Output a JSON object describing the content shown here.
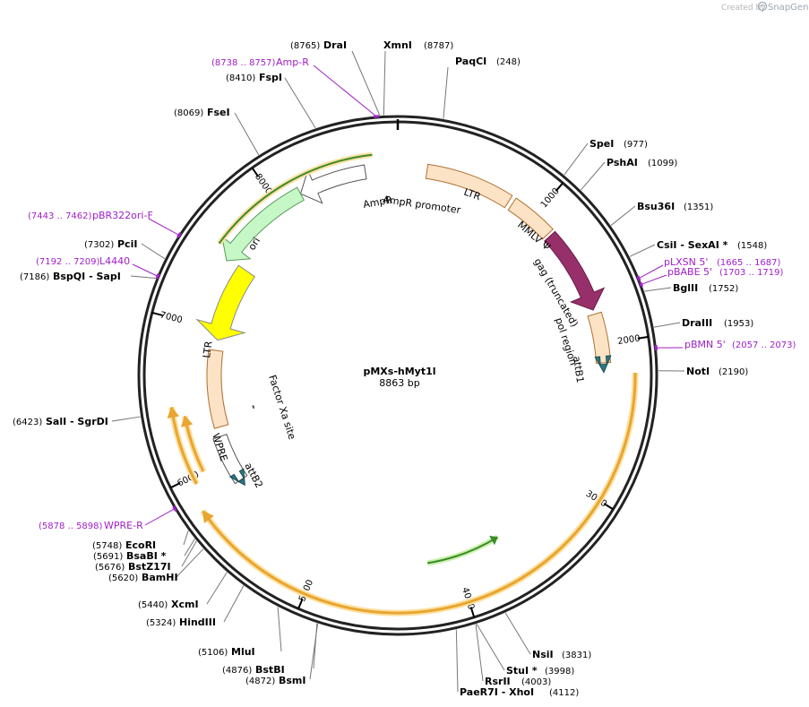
{
  "watermark": {
    "created_by": "Created by",
    "app": "SnapGene"
  },
  "plasmid": {
    "name": "pMXs-hMyt1l",
    "length_label": "8863 bp",
    "length": 8863
  },
  "ticks": [
    {
      "bp": 1000,
      "label": "1000"
    },
    {
      "bp": 2000,
      "label": "2000"
    },
    {
      "bp": 3000,
      "label": "3000"
    },
    {
      "bp": 4000,
      "label": "4000"
    },
    {
      "bp": 5000,
      "label": "5000"
    },
    {
      "bp": 6000,
      "label": "6000"
    },
    {
      "bp": 7000,
      "label": "7000"
    },
    {
      "bp": 8000,
      "label": "8000"
    }
  ],
  "sites": [
    {
      "name": "XmnI",
      "pos": "(8787)",
      "bp": 8787
    },
    {
      "name": "DraI",
      "pos": "(8765)",
      "bp": 8765
    },
    {
      "name": "FspI",
      "pos": "(8410)",
      "bp": 8410
    },
    {
      "name": "FseI",
      "pos": "(8069)",
      "bp": 8069
    },
    {
      "name": "PaqCI",
      "pos": "(248)",
      "bp": 248
    },
    {
      "name": "SpeI",
      "pos": "(977)",
      "bp": 977
    },
    {
      "name": "PshAI",
      "pos": "(1099)",
      "bp": 1099
    },
    {
      "name": "Bsu36I",
      "pos": "(1351)",
      "bp": 1351
    },
    {
      "name": "CsiI - SexAI *",
      "pos": "(1548)",
      "bp": 1548
    },
    {
      "name": "BglII",
      "pos": "(1752)",
      "bp": 1752
    },
    {
      "name": "DraIII",
      "pos": "(1953)",
      "bp": 1953
    },
    {
      "name": "NotI",
      "pos": "(2190)",
      "bp": 2190
    },
    {
      "name": "NsiI",
      "pos": "(3831)",
      "bp": 3831
    },
    {
      "name": "StuI *",
      "pos": "(3998)",
      "bp": 3998
    },
    {
      "name": "RsrII",
      "pos": "(4003)",
      "bp": 4003
    },
    {
      "name": "PaeR7I - XhoI",
      "pos": "(4112)",
      "bp": 4112
    },
    {
      "name": "BsmI",
      "pos": "(4872)",
      "bp": 4872
    },
    {
      "name": "BstBI",
      "pos": "(4876)",
      "bp": 4876
    },
    {
      "name": "MluI",
      "pos": "(5106)",
      "bp": 5106
    },
    {
      "name": "HindIII",
      "pos": "(5324)",
      "bp": 5324
    },
    {
      "name": "XcmI",
      "pos": "(5440)",
      "bp": 5440
    },
    {
      "name": "BamHI",
      "pos": "(5620)",
      "bp": 5620
    },
    {
      "name": "BstZ17I",
      "pos": "(5676)",
      "bp": 5676
    },
    {
      "name": "BsaBI *",
      "pos": "(5691)",
      "bp": 5691
    },
    {
      "name": "EcoRI",
      "pos": "(5748)",
      "bp": 5748
    },
    {
      "name": "SalI - SgrDI",
      "pos": "(6423)",
      "bp": 6423
    },
    {
      "name": "BspQI - SapI",
      "pos": "(7186)",
      "bp": 7186
    },
    {
      "name": "PciI",
      "pos": "(7302)",
      "bp": 7302
    }
  ],
  "primers": [
    {
      "name": "Amp-R",
      "range": "(8738 .. 8757)",
      "bp": 8747
    },
    {
      "name": "pBR322ori-F",
      "range": "(7443 .. 7462)",
      "bp": 7452
    },
    {
      "name": "L4440",
      "range": "(7192 .. 7209)",
      "bp": 7200
    },
    {
      "name": "pLXSN 5'",
      "range": "(1665 .. 1687)",
      "bp": 1676
    },
    {
      "name": "pBABE 5'",
      "range": "(1703 .. 1719)",
      "bp": 1711
    },
    {
      "name": "pBMN 5'",
      "range": "(2057 .. 2073)",
      "bp": 2065
    },
    {
      "name": "WPRE-R",
      "range": "(5878 .. 5898)",
      "bp": 5888
    }
  ],
  "features": [
    {
      "name": "AmpR",
      "color": "#c6f7c6",
      "direction": "ccw"
    },
    {
      "name": "AmpR promoter",
      "color": "#ffffff",
      "direction": "ccw"
    },
    {
      "name": "LTR",
      "color": "#fde3c6",
      "direction": "none"
    },
    {
      "name": "MMLV Ψ",
      "color": "#fde3c6",
      "direction": "none"
    },
    {
      "name": "gag (truncated)",
      "color": "#97306a",
      "direction": "cw"
    },
    {
      "name": "pol region",
      "color": "#fde3c6",
      "direction": "none"
    },
    {
      "name": "attB1",
      "color": "#2a7a84",
      "direction": "cw"
    },
    {
      "name": "ori",
      "color": "#ffff00",
      "direction": "ccw"
    },
    {
      "name": "LTR",
      "color": "#fde3c6",
      "direction": "none"
    },
    {
      "name": "Factor Xa site",
      "color": "#555555",
      "direction": "none"
    },
    {
      "name": "WPRE",
      "color": "#ffffff",
      "direction": "none"
    },
    {
      "name": "attB2",
      "color": "#2a7a84",
      "direction": "ccw"
    }
  ],
  "orfs": {
    "color": "#e8a530",
    "highlight": "#fde0a0",
    "green_orf_color": "#3a8a2a"
  }
}
